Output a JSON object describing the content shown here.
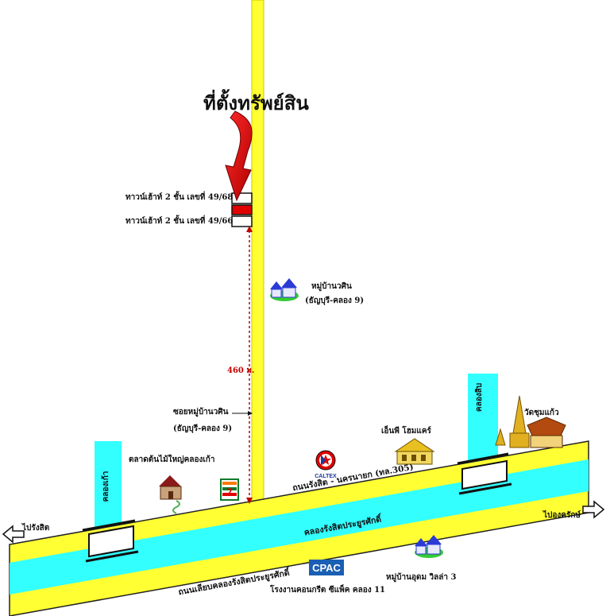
{
  "title": "ที่ตั้งทรัพย์สิน",
  "labels": {
    "townhouse_upper": "ทาวน์เฮ้าท์ 2 ชั้น เลขที่ 49/68",
    "townhouse_lower": "ทาวน์เฮ้าท์ 2 ชั้น เลขที่ 49/66",
    "village_wasin": "หมู่บ้านวศิน",
    "village_wasin_sub": "(ธัญบุรี-คลอง 9)",
    "distance": "460 ม.",
    "soi_name": "ซอยหมู่บ้านวศิน",
    "soi_sub": "(ธัญบุรี-คลอง 9)",
    "market": "ตลาดต้นไม้ใหญ่คลองเก้า",
    "canal_kao": "คลองเก้า",
    "canal_sib": "คลองสิบ",
    "temple": "วัดชุมแก้ว",
    "shop_home": "เอ็นพี โฮมแคร์",
    "road_main": "ถนนรังสิต - นครนายก (ทล.305)",
    "canal_main": "คลองรังสิตประยูรศักดิ์",
    "road_side": "ถนนเลียบคลองรังสิตประยูรศักดิ์",
    "to_rangsit": "ไปรังสิต",
    "to_ongkharak": "ไปองครักษ์",
    "village_udom": "หมู่บ้านอุดม วิลล่า 3",
    "factory": "โรงงานคอนกรีต ซีแพ็ค คลอง 11",
    "cpac_logo": "CPAC",
    "caltex_logo": "CALTEX",
    "seven_logo": "7"
  },
  "colors": {
    "road": "#ffff33",
    "canal": "#33ffff",
    "marker": "#e00000",
    "outline": "#111111"
  }
}
